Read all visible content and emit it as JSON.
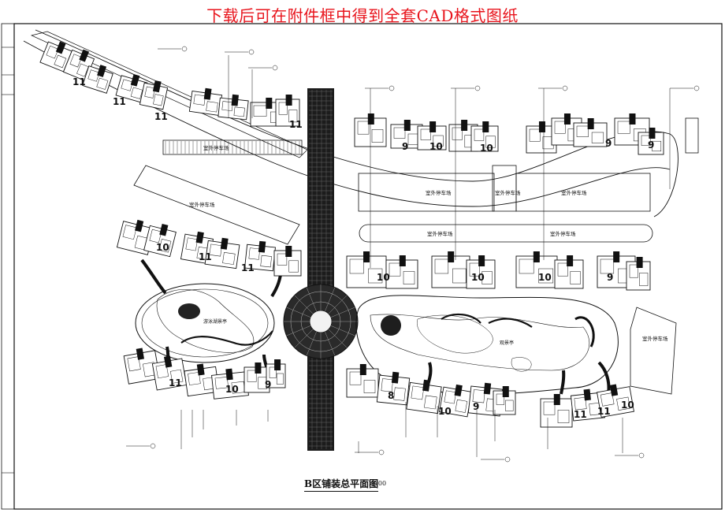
{
  "banner": "下载后可在附件框中得到全套CAD格式图纸",
  "drawing": {
    "title": "B区铺装总平面图",
    "scale": "1:300"
  },
  "labels": {
    "parking": "室外停车场",
    "lake_park": "游泳湖景亭",
    "view_pavilion": "观景亭"
  },
  "floor_counts": {
    "nine": "9",
    "ten": "10",
    "eleven": "11",
    "eight": "8"
  },
  "colors": {
    "banner": "#e8141c",
    "linework": "#111111",
    "background": "#ffffff"
  }
}
